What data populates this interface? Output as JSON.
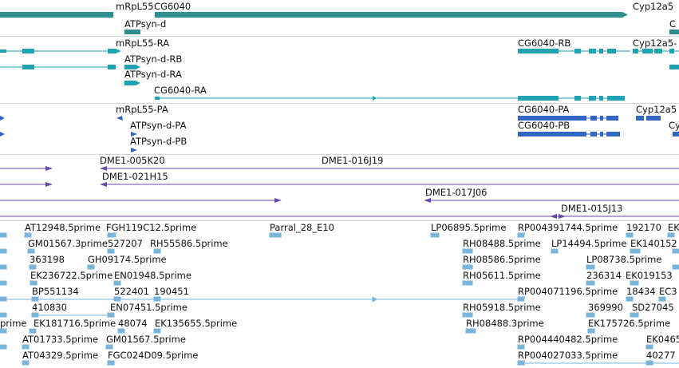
{
  "colors": {
    "gene_teal": "#2f8f8c",
    "transcript_teal": "#1fa3b2",
    "protein_blue": "#3366c4",
    "clone_purple": "#6a4aa8",
    "est_lightblue": "#7ab4d9",
    "divider": "#cfd6e0"
  },
  "tracks": [
    {
      "name": "gene",
      "color": "#2f8f8c",
      "features": [
        {
          "label": "mRpL55",
          "dir": "-",
          "parts": [
            [
              0,
              142,
              "thick"
            ]
          ],
          "arrow": null
        },
        {
          "label": "CG6040",
          "dir": "+",
          "parts": [
            [
              194,
              785,
              "thick"
            ]
          ],
          "arrow": "right"
        },
        {
          "label": "ATPsyn-d",
          "dir": "+",
          "parts": [
            [
              156,
              176,
              "thick"
            ]
          ],
          "arrow": null
        },
        {
          "label": "Cyp12a5",
          "dir": "+",
          "parts": [
            [
              839,
              851,
              "thick"
            ]
          ],
          "arrow": null
        }
      ]
    },
    {
      "name": "transcript",
      "color": "#1fa3b2",
      "features": [
        {
          "label": "mRpL55-RA",
          "dir": "-",
          "parts": [
            [
              0,
              8,
              "thick"
            ],
            [
              8,
              28,
              "line"
            ],
            [
              28,
              43,
              "thick"
            ],
            [
              43,
              135,
              "line"
            ],
            [
              135,
              145,
              "thick"
            ]
          ]
        },
        {
          "label": "ATPsyn-d-RB",
          "dir": "+",
          "parts": [
            [
              156,
              170,
              "thick"
            ],
            [
              170,
              176,
              "thin"
            ]
          ]
        },
        {
          "label": "ATPsyn-d-RA",
          "dir": "+",
          "parts": [
            [
              156,
              170,
              "thick"
            ],
            [
              170,
              176,
              "thin"
            ]
          ]
        },
        {
          "label": "CG6040-RB",
          "dir": "+",
          "parts": [
            [
              649,
              700,
              "thick"
            ],
            [
              700,
              720,
              "line"
            ],
            [
              720,
              728,
              "thick"
            ],
            [
              728,
              738,
              "line"
            ],
            [
              738,
              747,
              "thick"
            ],
            [
              747,
              751,
              "line"
            ],
            [
              751,
              756,
              "thick"
            ],
            [
              756,
              761,
              "line"
            ],
            [
              761,
              772,
              "thick"
            ]
          ]
        },
        {
          "label": "CG6040-RA",
          "dir": "+",
          "parts": [
            [
              194,
              200,
              "thin"
            ],
            [
              200,
              649,
              "line"
            ],
            [
              649,
              700,
              "thick"
            ],
            [
              700,
              720,
              "line"
            ],
            [
              720,
              728,
              "thick"
            ],
            [
              738,
              747,
              "thick"
            ],
            [
              751,
              756,
              "thick"
            ],
            [
              761,
              783,
              "thick"
            ]
          ]
        },
        {
          "label": "Cyp12a5-",
          "dir": "+",
          "parts": [
            [
              793,
              800,
              "thick"
            ],
            [
              805,
              818,
              "thick"
            ],
            [
              820,
              830,
              "thick"
            ],
            [
              837,
              843,
              "thick"
            ]
          ]
        }
      ]
    },
    {
      "name": "protein",
      "color": "#3366c4",
      "features": [
        {
          "label": "mRpL55-PA",
          "dir": "-",
          "parts": [
            [
              0,
              6,
              "thin"
            ],
            [
              146,
              154,
              "thin"
            ]
          ]
        },
        {
          "label": "ATPsyn-d-PA",
          "dir": "+",
          "parts": [
            [
              164,
              172,
              "thin"
            ]
          ]
        },
        {
          "label": "ATPsyn-d-PB",
          "dir": "+",
          "parts": [
            [
              164,
              172,
              "thin"
            ]
          ]
        },
        {
          "label": "CG6040-PA",
          "dir": "+",
          "parts": [
            [
              649,
              735,
              "thick"
            ],
            [
              735,
              775,
              "line"
            ]
          ]
        },
        {
          "label": "CG6040-PB",
          "dir": "+",
          "parts": [
            [
              649,
              735,
              "thick"
            ],
            [
              735,
              777,
              "line"
            ]
          ]
        },
        {
          "label": "Cyp12a5",
          "dir": "+",
          "parts": [
            [
              797,
              828,
              "thick"
            ]
          ]
        },
        {
          "label": "Cy",
          "dir": "+",
          "parts": [
            [
              837,
              851,
              "thin"
            ]
          ]
        }
      ]
    },
    {
      "name": "clones",
      "color": "#6a4aa8",
      "features": [
        {
          "label": "DME1-005K20",
          "dir": "+",
          "parts": [
            [
              0,
              66,
              "line"
            ]
          ]
        },
        {
          "label": "DME1-016J19",
          "dir": "-",
          "parts": [
            [
              128,
              851,
              "line"
            ]
          ]
        },
        {
          "label": "DME1-021H15",
          "dir": "+",
          "parts": [
            [
              0,
              66,
              "line"
            ]
          ]
        },
        {
          "label": "DME1-017J06",
          "dir": "+",
          "parts": [
            [
              0,
              352,
              "line"
            ]
          ]
        },
        {
          "label": "DME1-015J13",
          "dir": "-",
          "parts": [
            [
              533,
              851,
              "line"
            ]
          ]
        }
      ]
    },
    {
      "name": "est",
      "color": "#7ab4d9",
      "labels": [
        "AT12948.5prime",
        "FGH119C12.5prime",
        "Parral_28_E10",
        "LP06895.5prime",
        "RP004391744.5prime",
        "192170",
        "EK140152",
        "GM01567.3prime",
        "527207",
        "RH55586.5prime",
        "RH08488.5prime",
        "LP14494.5prime",
        "363198",
        "GH09174.5prime",
        "RH08586.5prime",
        "LP08738.5prime",
        "EK236722.5prime",
        "EN01948.5prime",
        "RH05611.5prime",
        "236314",
        "EK019153",
        "BP551134",
        "522401",
        "190451",
        "RP004071196.5prime",
        "18434",
        "EC3",
        "410830",
        "EN07451.5prime",
        "RH05918.5prime",
        "369990",
        "SD27045",
        "prime",
        "EK181716.5prime",
        "48074",
        "EK135655.5prime",
        "RH08488.3prime",
        "EK175726.5prime",
        "AT01733.5prime",
        "GM01567.5prime",
        "RP004440482.5prime",
        "EK0465",
        "AT04329.5prime",
        "FGC024D09.5prime",
        "RP004027033.5prime",
        "40277"
      ]
    }
  ]
}
